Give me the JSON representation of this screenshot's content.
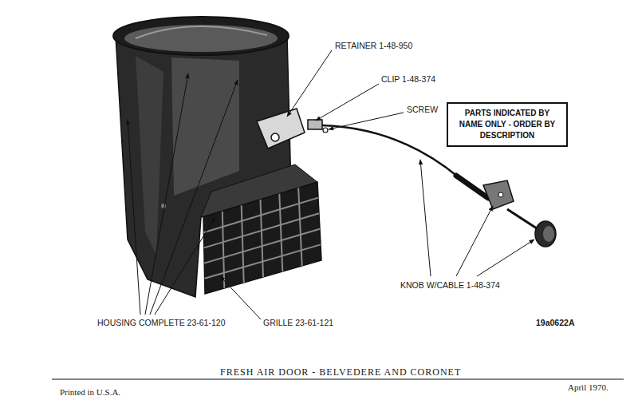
{
  "diagram": {
    "title": "FRESH AIR DOOR - BELVEDERE AND CORONET",
    "nodes": [
      {
        "text": [
          "PARTS INDICATED BY NAME ONLY - ORDER BY DESCRIPTION"
        ]
      }
    ],
    "labels": [
      "RETAINER 1-48-950",
      "CLIP 1-48-374",
      "SCREW",
      "KNOB W/CABLE 1-48-374",
      "HOUSING COMPLETE 23-61-120",
      "GRILLE 23-61-121",
      "19a0622A",
      "April 1970.",
      "Printed in U.S.A."
    ]
  }
}
